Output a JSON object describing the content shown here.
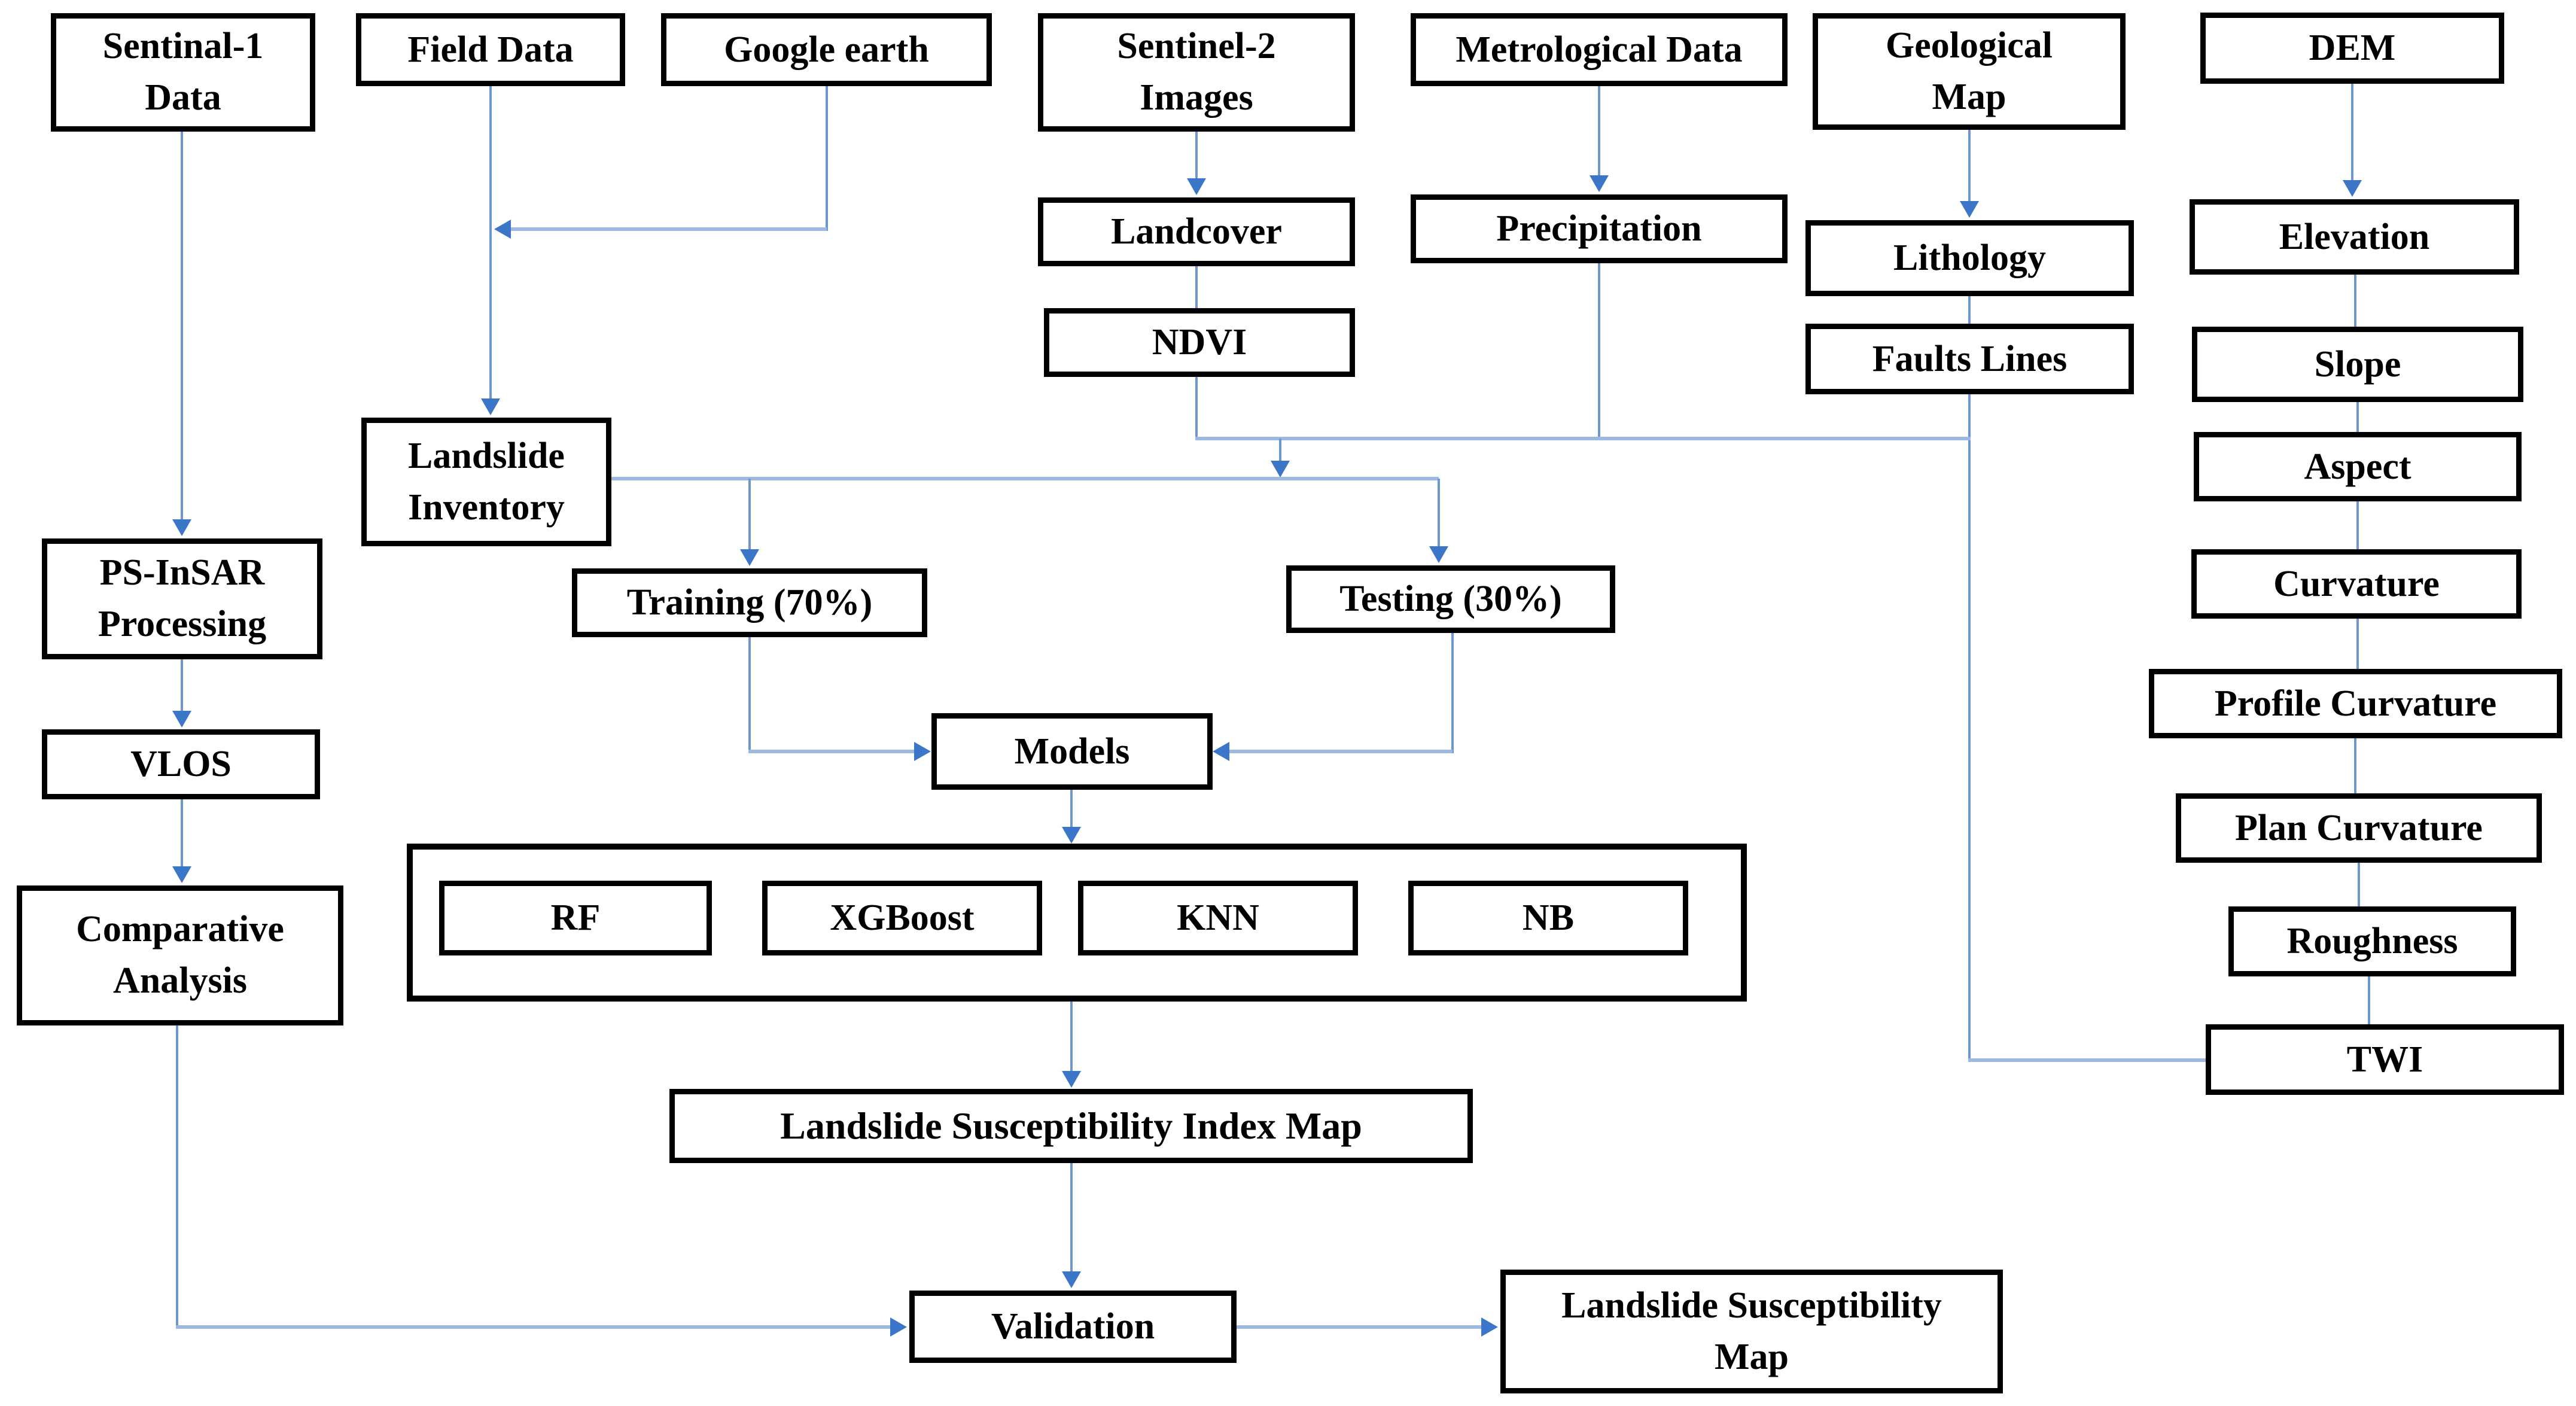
{
  "diagram": {
    "nodes": {
      "sentinal1": {
        "label": "Sentinal-1\nData"
      },
      "field_data": {
        "label": "Field Data"
      },
      "google_earth": {
        "label": "Google earth"
      },
      "sentinel2": {
        "label": "Sentinel-2\nImages"
      },
      "metrological": {
        "label": "Metrological Data"
      },
      "geological": {
        "label": "Geological\nMap"
      },
      "dem": {
        "label": "DEM"
      },
      "landcover": {
        "label": "Landcover"
      },
      "precipitation": {
        "label": "Precipitation"
      },
      "lithology": {
        "label": "Lithology"
      },
      "elevation": {
        "label": "Elevation"
      },
      "ndvi": {
        "label": "NDVI"
      },
      "faults_lines": {
        "label": "Faults Lines"
      },
      "slope": {
        "label": "Slope"
      },
      "landslide_inventory": {
        "label": "Landslide\nInventory"
      },
      "aspect": {
        "label": "Aspect"
      },
      "ps_insar": {
        "label": "PS-InSAR\nProcessing"
      },
      "curvature": {
        "label": "Curvature"
      },
      "training": {
        "label": "Training (70%)"
      },
      "testing": {
        "label": "Testing (30%)"
      },
      "profile_curvature": {
        "label": "Profile Curvature"
      },
      "vlos": {
        "label": "VLOS"
      },
      "models": {
        "label": "Models"
      },
      "plan_curvature": {
        "label": "Plan Curvature"
      },
      "comparative": {
        "label": "Comparative\nAnalysis"
      },
      "rf": {
        "label": "RF"
      },
      "xgboost": {
        "label": "XGBoost"
      },
      "knn": {
        "label": "KNN"
      },
      "nb": {
        "label": "NB"
      },
      "roughness": {
        "label": "Roughness"
      },
      "twi": {
        "label": "TWI"
      },
      "lsi_map": {
        "label": "Landslide Susceptibility Index Map"
      },
      "validation": {
        "label": "Validation"
      },
      "ls_map": {
        "label": "Landslide Susceptibility\nMap"
      }
    },
    "colors": {
      "box_border": "#000000",
      "box_fill": "#ffffff",
      "connector_line": "#9db9e2",
      "connector_line_vertical": "#6d97cf",
      "arrowhead": "#3b76c8",
      "background": "#ffffff",
      "text": "#000000"
    }
  }
}
